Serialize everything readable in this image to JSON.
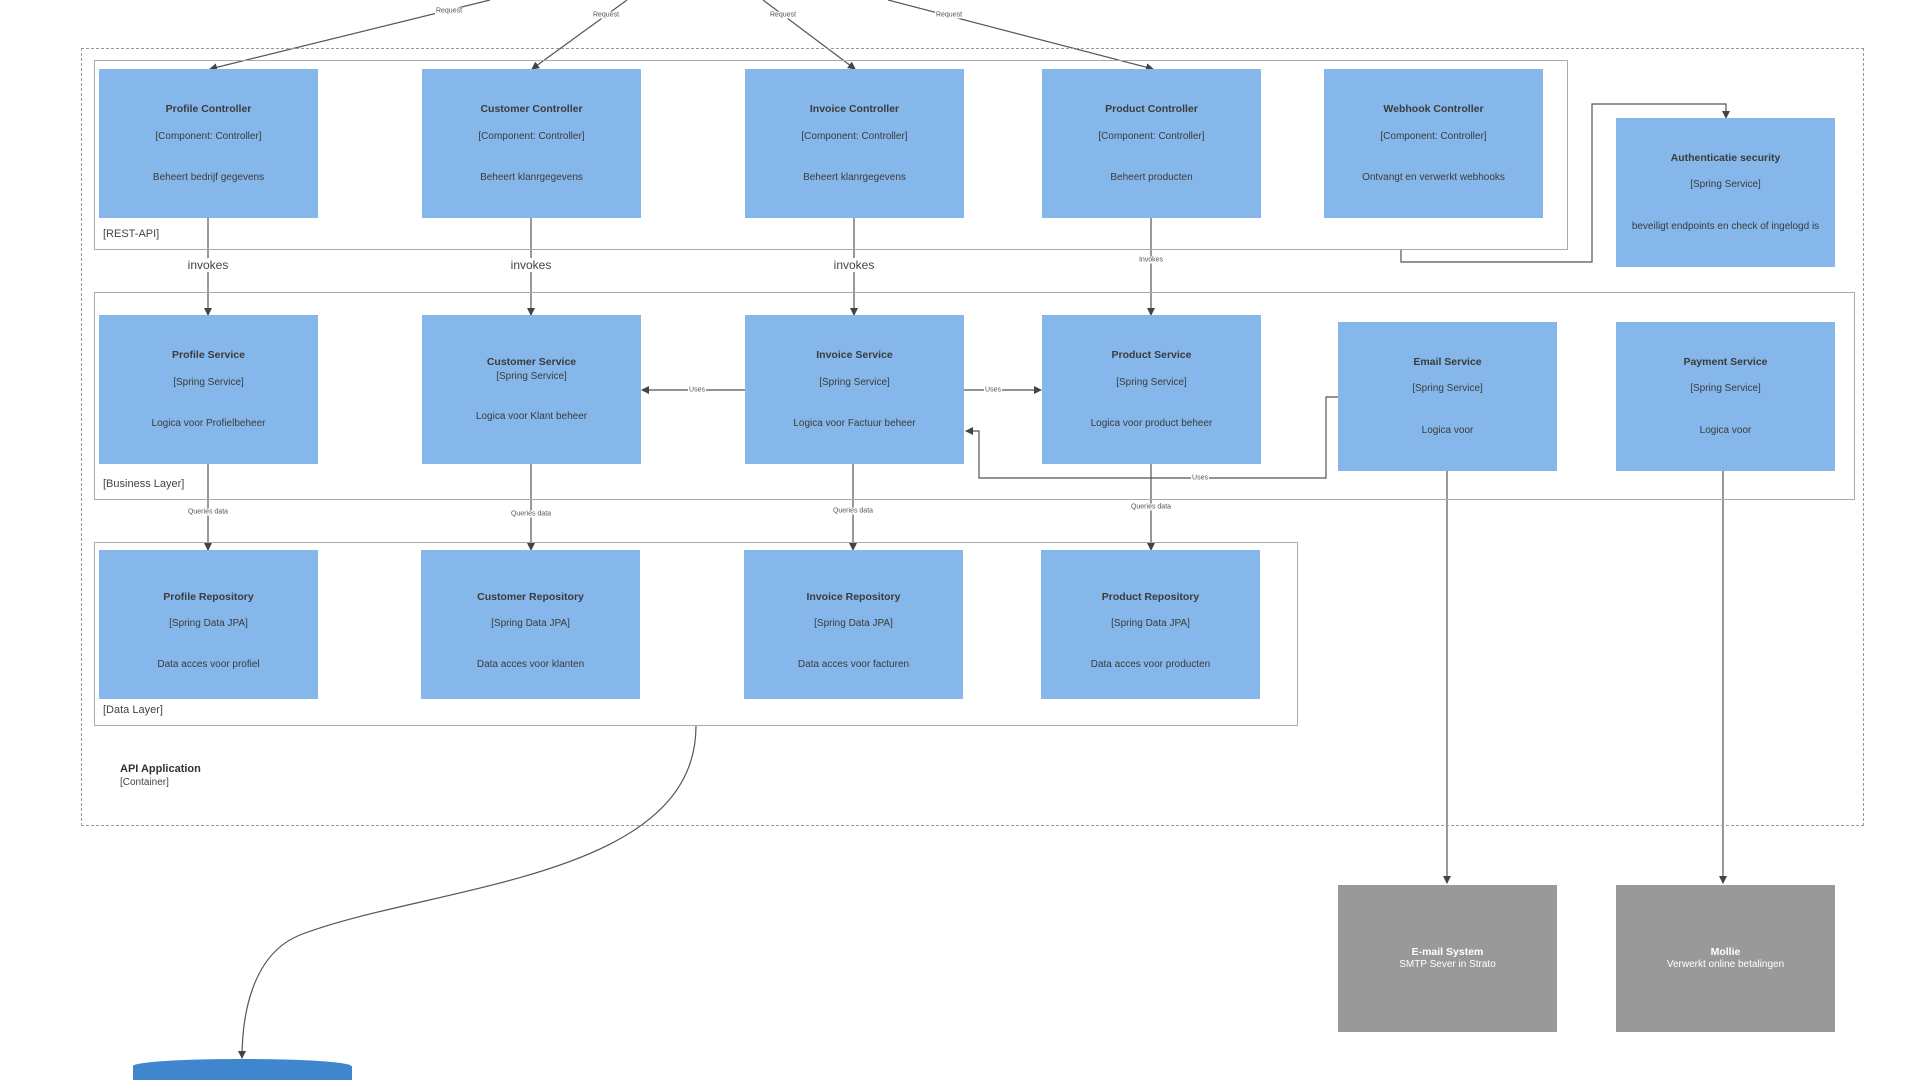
{
  "container": {
    "title": "API Application",
    "type": "[Container]"
  },
  "layers": {
    "rest": "[REST-API]",
    "business": "[Business Layer]",
    "data": "[Data Layer]"
  },
  "controllers": [
    {
      "title": "Profile Controller",
      "type": "[Component: Controller]",
      "desc": "Beheert bedrijf gegevens"
    },
    {
      "title": "Customer Controller",
      "type": "[Component: Controller]",
      "desc": "Beheert klanrgegevens"
    },
    {
      "title": "Invoice Controller",
      "type": "[Component: Controller]",
      "desc": "Beheert klanrgegevens"
    },
    {
      "title": "Product Controller",
      "type": "[Component: Controller]",
      "desc": "Beheert producten"
    },
    {
      "title": "Webhook Controller",
      "type": "[Component: Controller]",
      "desc": "Ontvangt en verwerkt webhooks"
    }
  ],
  "security": {
    "title": "Authenticatie security",
    "type": "[Spring Service]",
    "desc": "beveiligt endpoints en check of ingelogd is"
  },
  "services": [
    {
      "title": "Profile Service",
      "type": "[Spring Service]",
      "desc": "Logica voor Profielbeheer"
    },
    {
      "title": "Customer Service",
      "type": "[Spring Service]",
      "desc": "Logica voor Klant beheer"
    },
    {
      "title": "Invoice Service",
      "type": "[Spring Service]",
      "desc": "Logica voor Factuur beheer"
    },
    {
      "title": "Product Service",
      "type": "[Spring Service]",
      "desc": "Logica voor product beheer"
    },
    {
      "title": "Email Service",
      "type": "[Spring Service]",
      "desc": "Logica voor"
    },
    {
      "title": "Payment Service",
      "type": "[Spring Service]",
      "desc": "Logica voor"
    }
  ],
  "repositories": [
    {
      "title": "Profile Repository",
      "type": "[Spring Data JPA]",
      "desc": "Data acces voor profiel"
    },
    {
      "title": "Customer Repository",
      "type": "[Spring Data JPA]",
      "desc": "Data acces voor klanten"
    },
    {
      "title": "Invoice Repository",
      "type": "[Spring Data JPA]",
      "desc": "Data acces voor facturen"
    },
    {
      "title": "Product Repository",
      "type": "[Spring Data JPA]",
      "desc": "Data acces voor producten"
    }
  ],
  "external": [
    {
      "title": "E-mail System",
      "desc": "SMTP Sever in Strato"
    },
    {
      "title": "Mollie",
      "desc": "Verwerkt online betalingen"
    }
  ],
  "edge_labels": {
    "request": "Request",
    "invokes": "invokes",
    "invokes_small": "Invokes",
    "uses": "Uses",
    "queries": "Queries data"
  }
}
